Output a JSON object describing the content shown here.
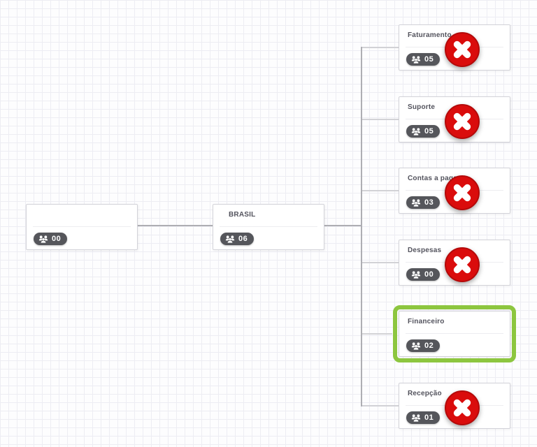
{
  "canvas": {
    "background": "grid",
    "grid_color": "#ededf3"
  },
  "colors": {
    "selected_green": "#8dc63f",
    "delete_red": "#da0c0c",
    "delete_ring": "#b40a0a",
    "badge_bg": "#55565b",
    "connector": "#aeaeb3"
  },
  "icons": {
    "members": "users-icon",
    "delete": "close-icon"
  },
  "nodes": [
    {
      "title": "",
      "count": "00",
      "deletable": false,
      "selected": false
    },
    {
      "title": "BRASIL",
      "count": "06",
      "deletable": false,
      "selected": false
    },
    {
      "title": "Faturamento",
      "count": "05",
      "deletable": true,
      "selected": false
    },
    {
      "title": "Suporte",
      "count": "05",
      "deletable": true,
      "selected": false
    },
    {
      "title": "Contas a pagar",
      "count": "03",
      "deletable": true,
      "selected": false
    },
    {
      "title": "Despesas",
      "count": "00",
      "deletable": true,
      "selected": false
    },
    {
      "title": "Financeiro",
      "count": "02",
      "deletable": false,
      "selected": true
    },
    {
      "title": "Recepção",
      "count": "01",
      "deletable": true,
      "selected": false
    }
  ]
}
